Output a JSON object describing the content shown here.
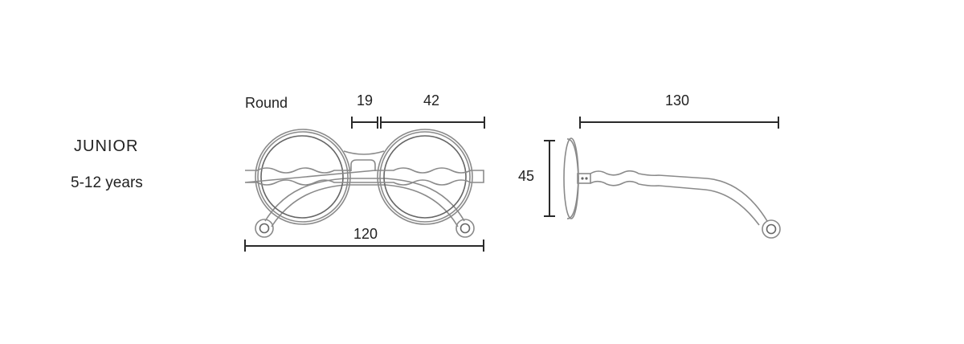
{
  "size": {
    "name": "JUNIOR",
    "age": "5-12 years"
  },
  "front_view": {
    "model": "Round",
    "bridge": "19",
    "lens_width": "42",
    "total_width": "120"
  },
  "side_view": {
    "temple_length": "130",
    "lens_height": "45"
  },
  "colors": {
    "frame": "#8a8a8a",
    "frame_dark": "#666666",
    "dimension": "#2a2a2a"
  }
}
